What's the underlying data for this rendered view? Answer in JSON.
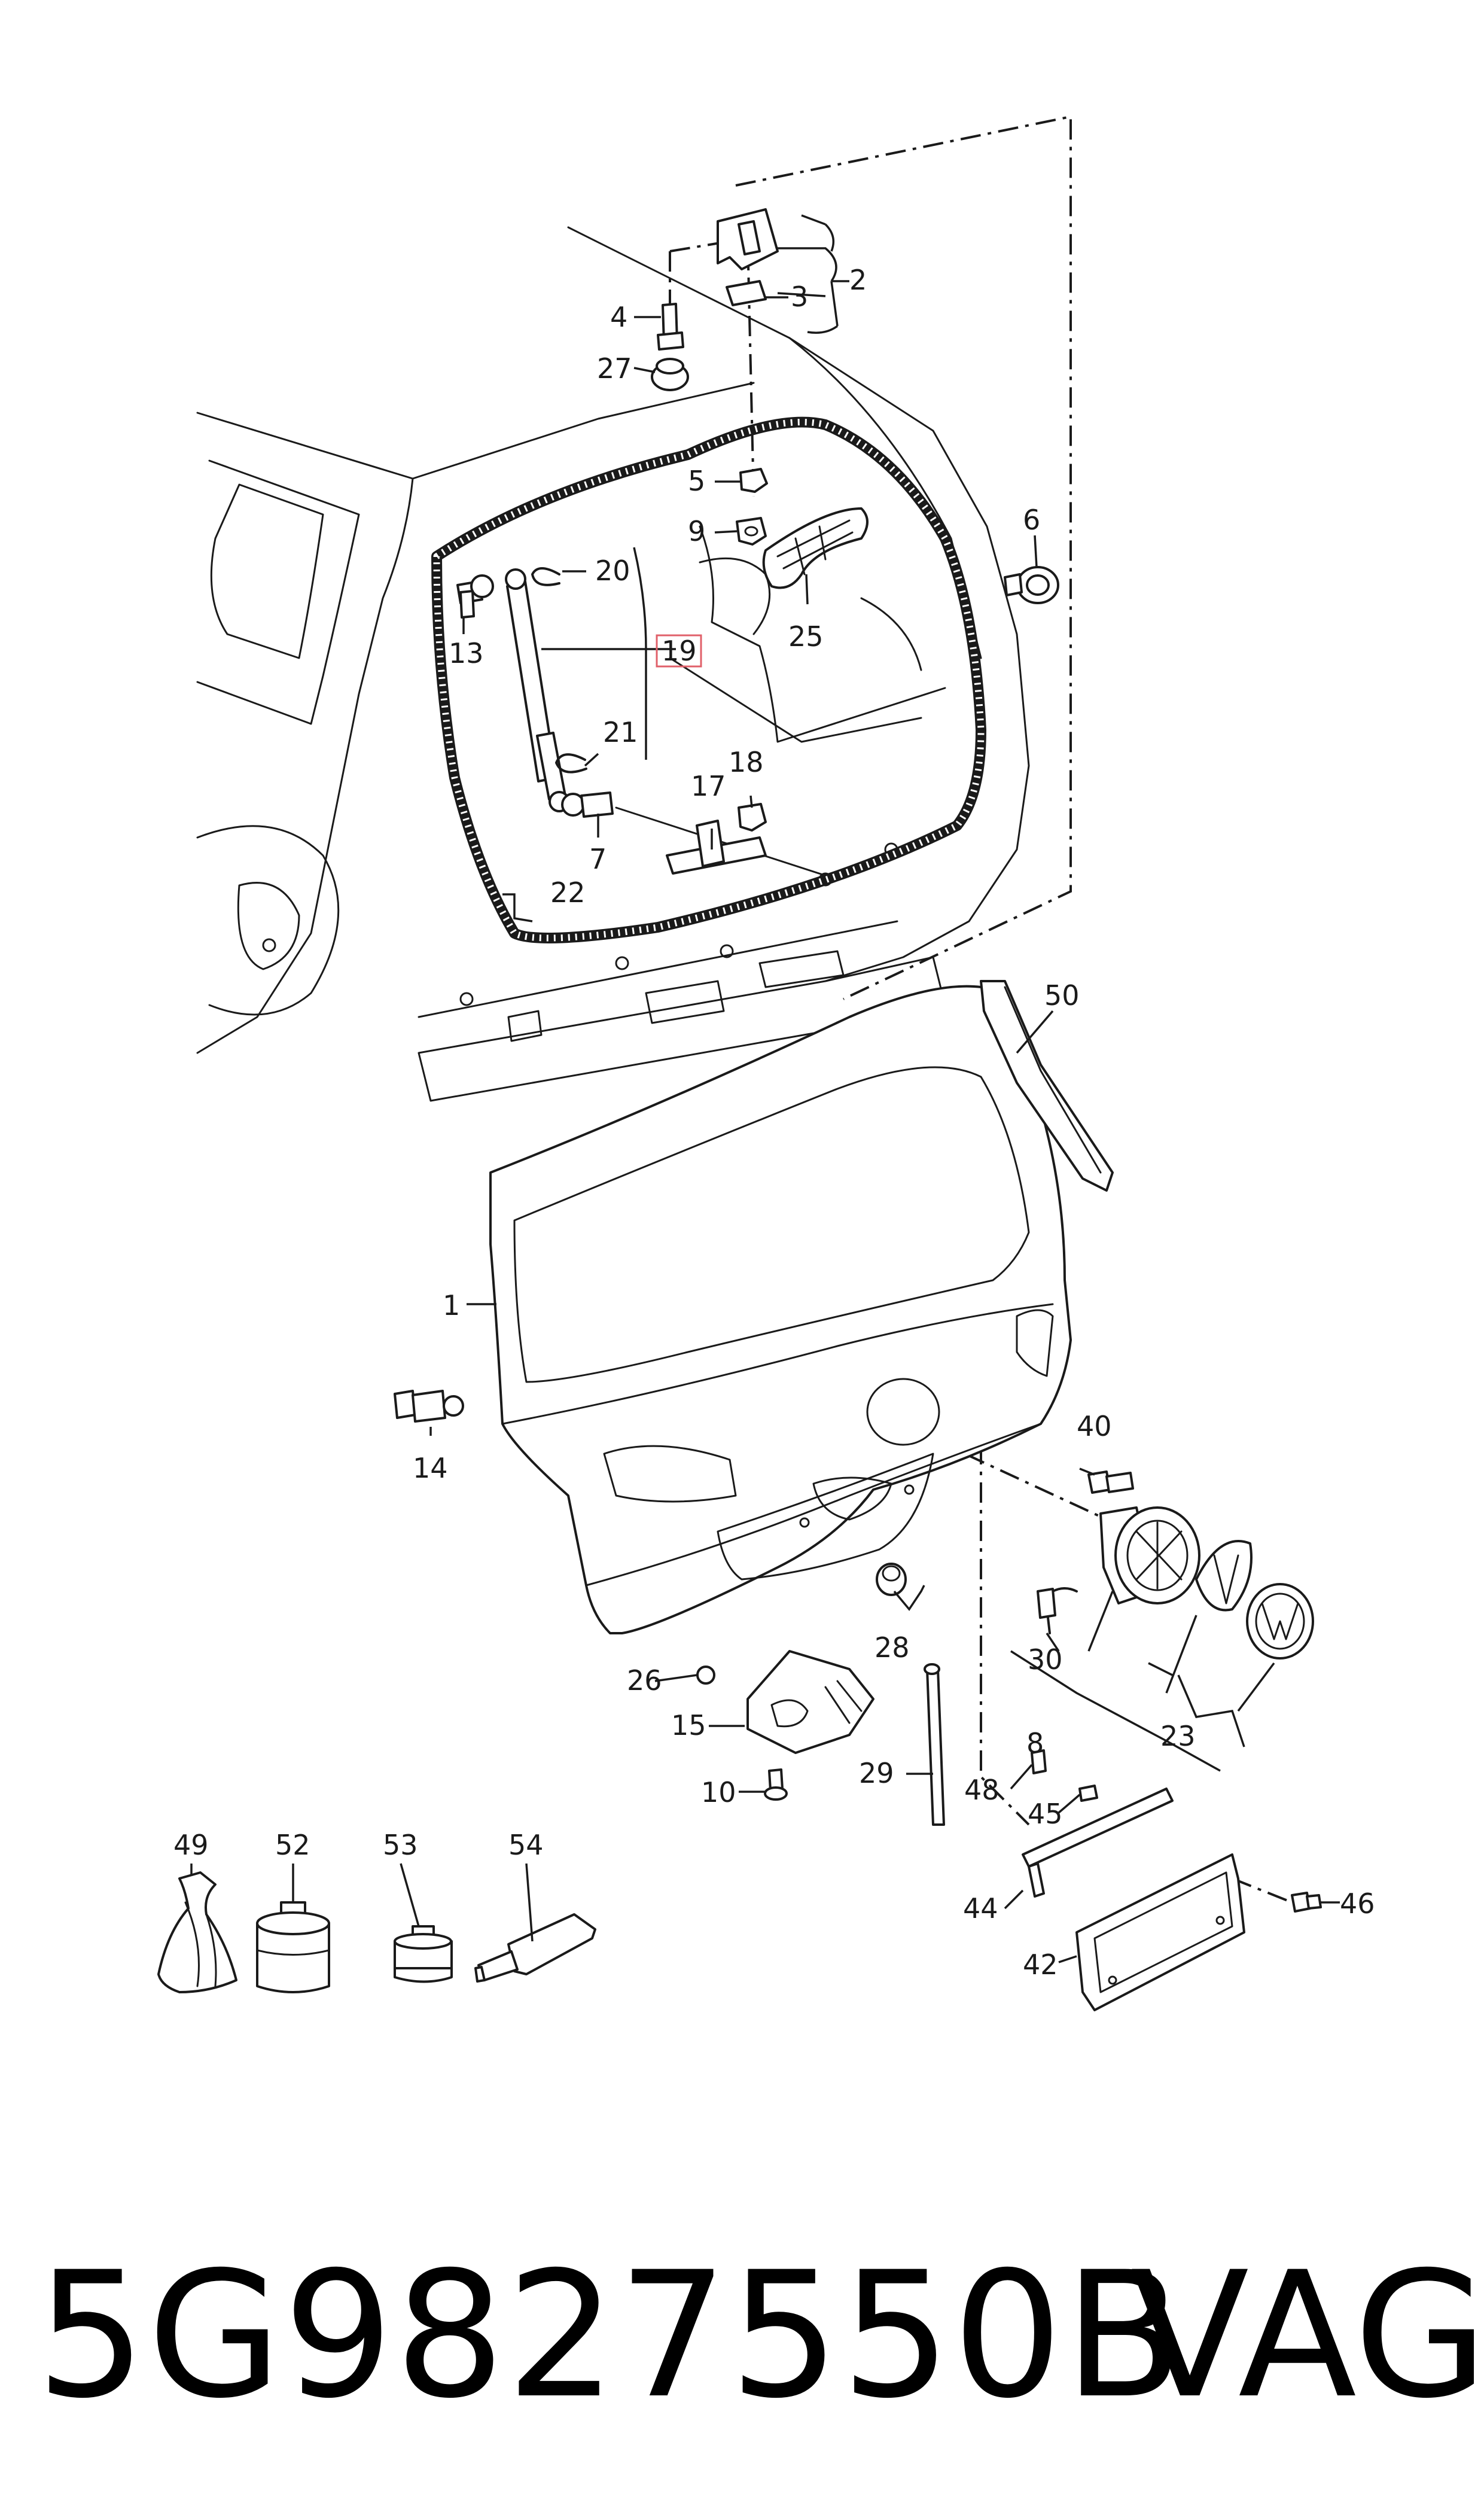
{
  "callouts": [
    {
      "id": "c1",
      "text": "1"
    },
    {
      "id": "c2",
      "text": "2"
    },
    {
      "id": "c3",
      "text": "3"
    },
    {
      "id": "c4",
      "text": "4"
    },
    {
      "id": "c5",
      "text": "5"
    },
    {
      "id": "c6",
      "text": "6"
    },
    {
      "id": "c7",
      "text": "7"
    },
    {
      "id": "c8",
      "text": "8"
    },
    {
      "id": "c9",
      "text": "9"
    },
    {
      "id": "c10",
      "text": "10"
    },
    {
      "id": "c13",
      "text": "13"
    },
    {
      "id": "c14",
      "text": "14"
    },
    {
      "id": "c15",
      "text": "15"
    },
    {
      "id": "c17",
      "text": "17"
    },
    {
      "id": "c18",
      "text": "18"
    },
    {
      "id": "c19",
      "text": "19"
    },
    {
      "id": "c20",
      "text": "20"
    },
    {
      "id": "c21",
      "text": "21"
    },
    {
      "id": "c22",
      "text": "22"
    },
    {
      "id": "c23",
      "text": "23"
    },
    {
      "id": "c25",
      "text": "25"
    },
    {
      "id": "c26",
      "text": "26"
    },
    {
      "id": "c27",
      "text": "27"
    },
    {
      "id": "c28",
      "text": "28"
    },
    {
      "id": "c29",
      "text": "29"
    },
    {
      "id": "c30",
      "text": "30"
    },
    {
      "id": "c40",
      "text": "40"
    },
    {
      "id": "c42",
      "text": "42"
    },
    {
      "id": "c44",
      "text": "44"
    },
    {
      "id": "c45",
      "text": "45"
    },
    {
      "id": "c46",
      "text": "46"
    },
    {
      "id": "c48",
      "text": "48"
    },
    {
      "id": "c49",
      "text": "49"
    },
    {
      "id": "c50",
      "text": "50"
    },
    {
      "id": "c52",
      "text": "52"
    },
    {
      "id": "c53",
      "text": "53"
    },
    {
      "id": "c54",
      "text": "54"
    }
  ],
  "highlighted_callout": "19",
  "footer": {
    "part_number": "5G9827550B",
    "brand": "VAG"
  }
}
